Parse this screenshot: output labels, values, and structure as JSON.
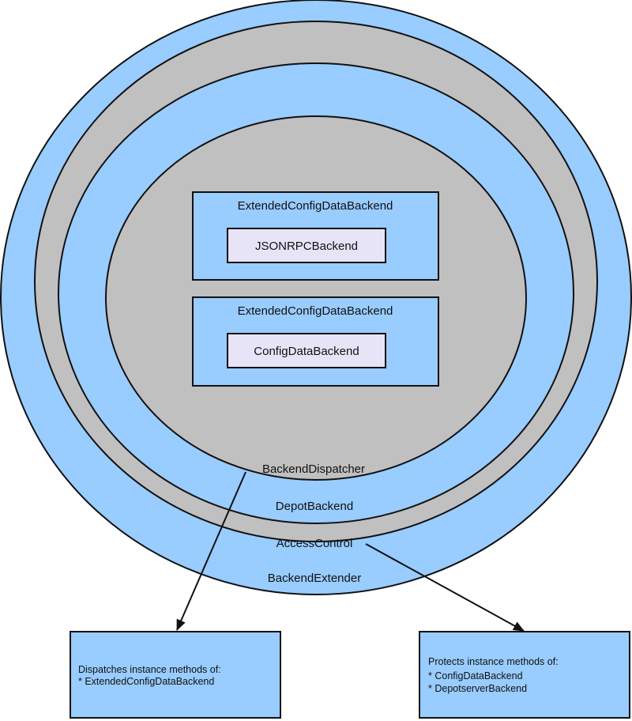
{
  "colors": {
    "blue": "#99ccff",
    "gray": "#c0c0c0",
    "lavender": "#e8e4f8",
    "stroke": "#111111"
  },
  "rings": {
    "backend_extender": "BackendExtender",
    "access_control": "AccessControl",
    "depot_backend": "DepotBackend",
    "backend_dispatcher": "BackendDispatcher"
  },
  "boxes": [
    {
      "title": "ExtendedConfigDataBackend",
      "inner": "JSONRPCBackend"
    },
    {
      "title": "ExtendedConfigDataBackend",
      "inner": "ConfigDataBackend"
    }
  ],
  "notes": {
    "dispatcher": {
      "line1": "Dispatches instance methods of:",
      "line2": "* ExtendedConfigDataBackend"
    },
    "access": {
      "line1": "Protects instance methods of:",
      "line2": "* ConfigDataBackend",
      "line3": "* DepotserverBackend"
    }
  }
}
